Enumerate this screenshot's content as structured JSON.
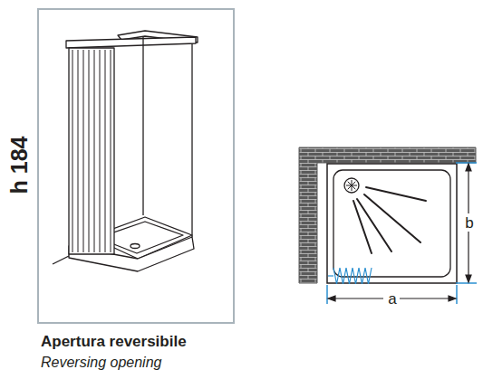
{
  "diagram": {
    "labels": [
      "h 184",
      "Apertura reversibile",
      "Reversing opening",
      "a",
      "b"
    ]
  }
}
